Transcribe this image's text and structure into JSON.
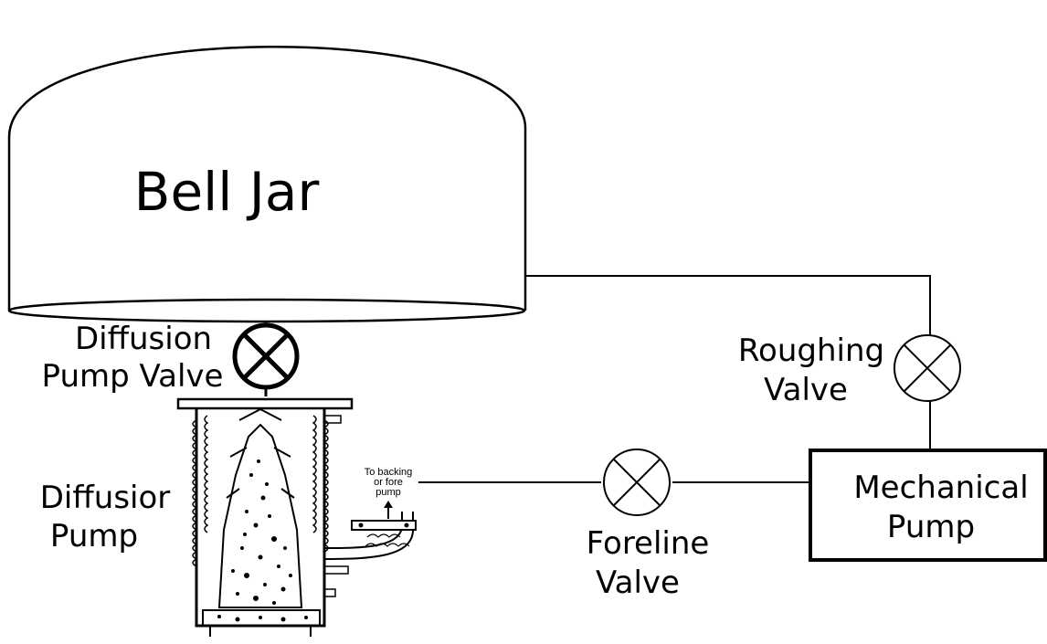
{
  "diagram": {
    "bell_jar": {
      "label": "Bell Jar"
    },
    "diffusion_pump_valve": {
      "label_line1": "Diffusion",
      "label_line2": "Pump Valve"
    },
    "diffusion_pump": {
      "label_line1": "Diffusior",
      "label_line2": "Pump",
      "note_line1": "To backing",
      "note_line2": "or fore",
      "note_line3": "pump"
    },
    "roughing_valve": {
      "label_line1": "Roughing",
      "label_line2": "Valve"
    },
    "foreline_valve": {
      "label_line1": "Foreline",
      "label_line2": "Valve"
    },
    "mechanical_pump": {
      "label_line1": "Mechanical",
      "label_line2": "Pump"
    }
  }
}
